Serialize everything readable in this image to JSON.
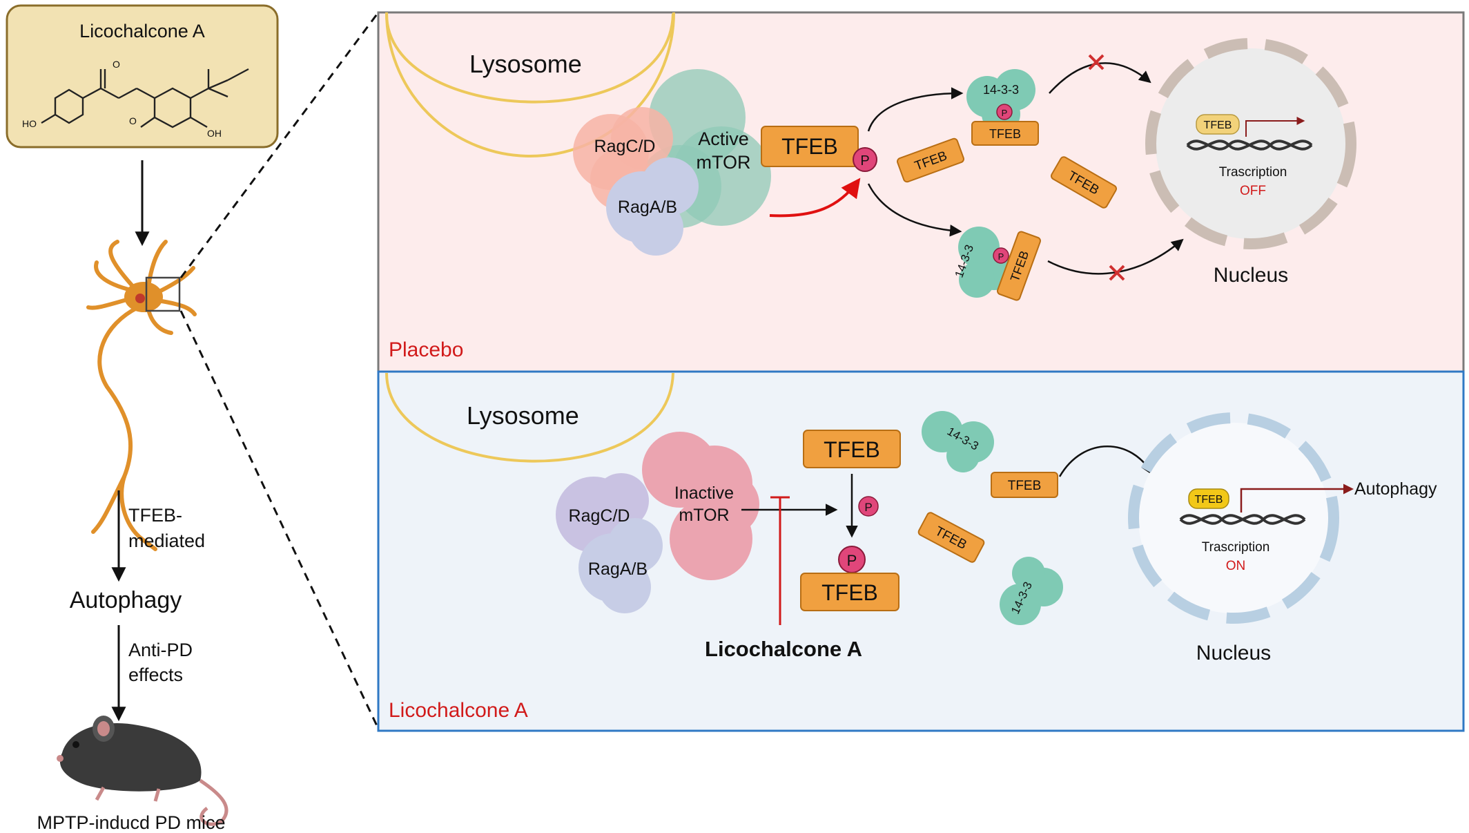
{
  "compound": {
    "name": "Licochalcone A",
    "substituents": {
      "ketone_o": "O",
      "ho": "HO",
      "methoxy": "O",
      "oh": "OH"
    }
  },
  "left_flow": {
    "step1_line1": "TFEB-",
    "step1_line2": "mediated",
    "autophagy": "Autophagy",
    "step2_line1": "Anti-PD",
    "step2_line2": "effects",
    "mice_label": "MPTP-inducd PD mice"
  },
  "placebo_panel": {
    "panel_label": "Placebo",
    "lysosome": "Lysosome",
    "ragcd": "RagC/D",
    "ragab": "RagA/B",
    "mtor_line1": "Active",
    "mtor_line2": "mTOR",
    "tfeb": "TFEB",
    "p": "P",
    "protein_1433": "14-3-3",
    "transcription": "Trascription",
    "transcription_state": "OFF",
    "nucleus": "Nucleus"
  },
  "licochalcone_panel": {
    "panel_label": "Licochalcone A",
    "lysosome": "Lysosome",
    "ragcd": "RagC/D",
    "ragab": "RagA/B",
    "mtor_line1": "Inactive",
    "mtor_line2": "mTOR",
    "tfeb": "TFEB",
    "p": "P",
    "protein_1433": "14-3-3",
    "inhibitor": "Licochalcone A",
    "transcription": "Trascription",
    "transcription_state": "ON",
    "autophagy": "Autophagy",
    "nucleus": "Nucleus"
  },
  "colors": {
    "placebo_bg": "#fdecec",
    "lico_bg": "#eef3f9",
    "tfeb_fill": "#f0a040",
    "phospho": "#e0467a",
    "protein_1433": "#7fcab4",
    "compound_box": "#f2e2b3",
    "neuron": "#e0902a",
    "label_red": "#d11a1a"
  }
}
